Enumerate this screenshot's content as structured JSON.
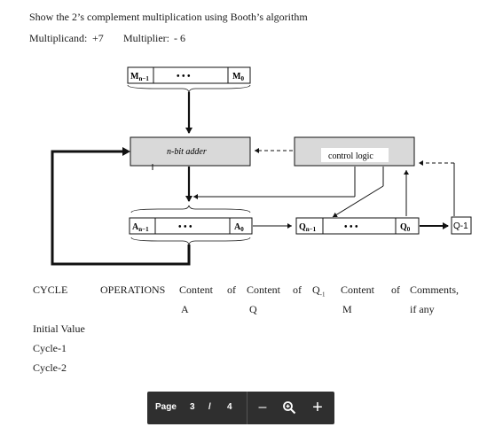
{
  "title": "Show the 2’s complement multiplication using Booth’s algorithm",
  "multiplicand": {
    "label": "Multiplicand:",
    "value": "+7"
  },
  "multiplier": {
    "label": "Multiplier:",
    "value": "- 6"
  },
  "diagram": {
    "m_register": {
      "left": "M",
      "left_sub": "n−1",
      "dots": "•  •  •",
      "right": "M",
      "right_sub": "0"
    },
    "adder_label": "n-bit adder",
    "control_label": "control logic",
    "a_register": {
      "left": "A",
      "left_sub": "n−1",
      "dots": "•  •  •",
      "right": "A",
      "right_sub": "0"
    },
    "q_register": {
      "left": "Q",
      "left_sub": "n−1",
      "dots": "•  •  •",
      "right": "Q",
      "right_sub": "0"
    },
    "q_minus_label": "Q-1"
  },
  "table": {
    "headers": {
      "cycle": "CYCLE",
      "operations": "OPERATIONS",
      "content_a_1": "Content",
      "of_1": "of",
      "content_a_2": "A",
      "content_q_1": "Content",
      "of_q": "of",
      "q1": "Q",
      "q1_sub": "-1",
      "content_q_2": "Q",
      "content_m_1": "Content",
      "of_m": "of",
      "content_m_2": "M",
      "comments_1": "Comments,",
      "comments_2": "if any"
    },
    "rows": [
      "Initial Value",
      "Cycle-1",
      "Cycle-2"
    ]
  },
  "toolbar": {
    "page_label": "Page",
    "current_page": "3",
    "separator": "/",
    "total_pages": "4",
    "zoom_out": "–",
    "zoom_in": "+"
  }
}
